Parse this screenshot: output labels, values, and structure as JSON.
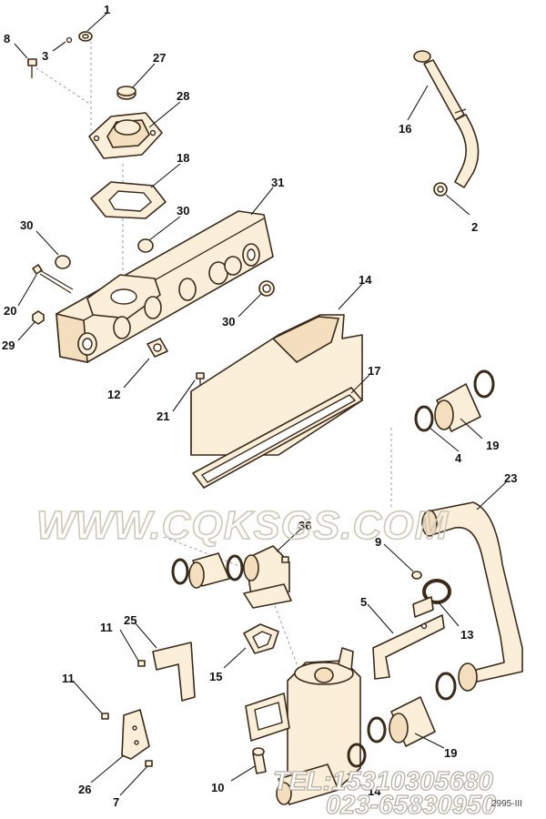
{
  "watermark": {
    "site": "WWW.CQKSGS.COM",
    "tel": "TEL:15310305680",
    "tel2": "023-65830950"
  },
  "page_tag": "2995-III",
  "callouts": {
    "c1": "1",
    "c2": "2",
    "c3": "3",
    "c4": "4",
    "c5": "5",
    "c7": "7",
    "c8": "8",
    "c9": "9",
    "c10": "10",
    "c11a": "11",
    "c11b": "11",
    "c12": "12",
    "c13": "13",
    "c14a": "14",
    "c14b": "14",
    "c15": "15",
    "c16": "16",
    "c17": "17",
    "c18": "18",
    "c19a": "19",
    "c19b": "19",
    "c20": "20",
    "c21": "21",
    "c23": "23",
    "c25": "25",
    "c26": "26",
    "c27": "27",
    "c28": "28",
    "c29": "29",
    "c30a": "30",
    "c30b": "30",
    "c30c": "30",
    "c31": "31",
    "c36": "36"
  }
}
